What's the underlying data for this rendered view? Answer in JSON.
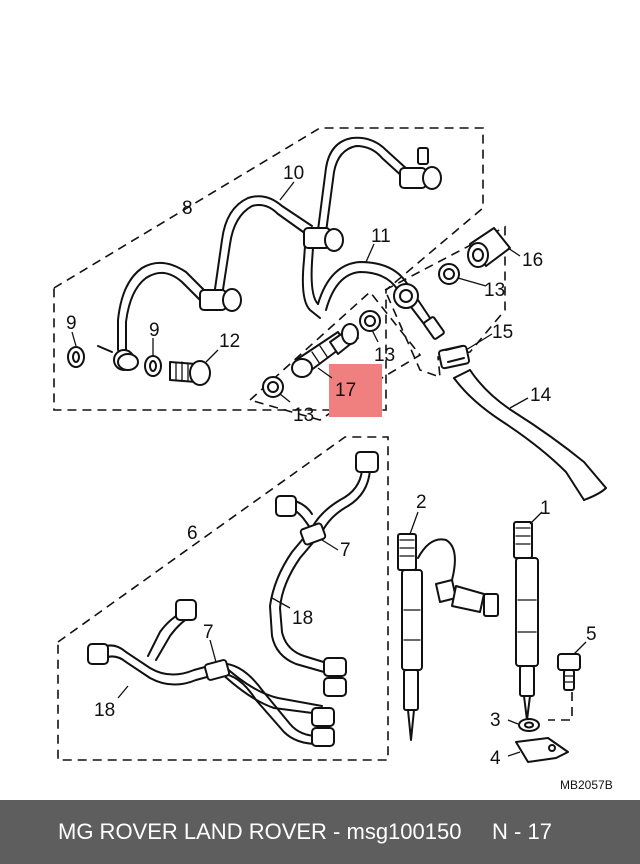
{
  "diagram": {
    "callouts": {
      "c1": "1",
      "c2": "2",
      "c3": "3",
      "c4": "4",
      "c5": "5",
      "c6": "6",
      "c7a": "7",
      "c7b": "7",
      "c8": "8",
      "c9a": "9",
      "c9b": "9",
      "c10": "10",
      "c11": "11",
      "c12": "12",
      "c13a": "13",
      "c13b": "13",
      "c13c": "13",
      "c14": "14",
      "c15": "15",
      "c16": "16",
      "c17": "17",
      "c18a": "18",
      "c18b": "18"
    },
    "drawing_code": "MB2057B",
    "highlight_color": "#f08080"
  },
  "footer": {
    "brand": "MG ROVER LAND ROVER",
    "separator": " - ",
    "part_number": "msg100150",
    "gap": "     ",
    "ref": "N - 17"
  }
}
